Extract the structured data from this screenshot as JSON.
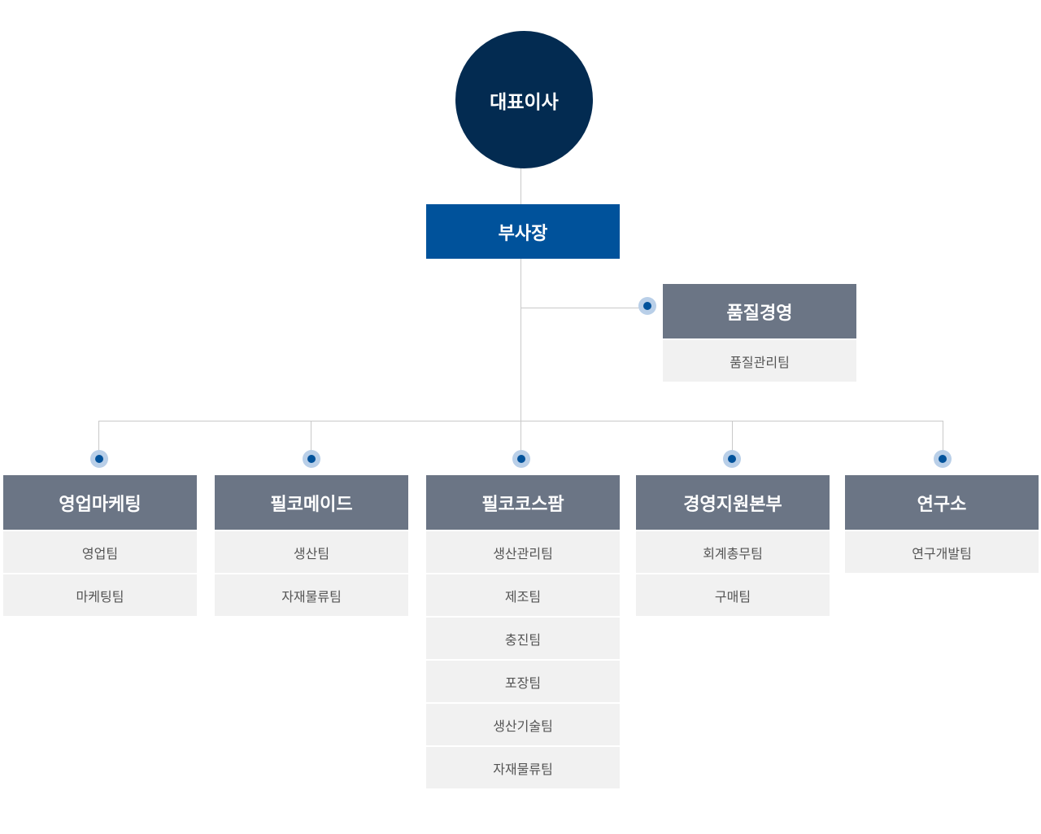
{
  "ceo": {
    "label": "대표이사"
  },
  "vice_president": {
    "label": "부사장"
  },
  "quality": {
    "title": "품질경영",
    "teams": [
      "품질관리팀"
    ]
  },
  "departments": [
    {
      "title": "영업마케팅",
      "teams": [
        "영업팀",
        "마케팅팀"
      ]
    },
    {
      "title": "필코메이드",
      "teams": [
        "생산팀",
        "자재물류팀"
      ]
    },
    {
      "title": "필코코스팜",
      "teams": [
        "생산관리팀",
        "제조팀",
        "충진팀",
        "포장팀",
        "생산기술팀",
        "자재물류팀"
      ]
    },
    {
      "title": "경영지원본부",
      "teams": [
        "회계총무팀",
        "구매팀"
      ]
    },
    {
      "title": "연구소",
      "teams": [
        "연구개발팀"
      ]
    }
  ],
  "colors": {
    "ceo": "#032b51",
    "vice_president": "#00529b",
    "department_header": "#6b7585",
    "team_bg": "#f1f1f1",
    "connector": "#c9c9c9",
    "dot": "#00529b"
  }
}
